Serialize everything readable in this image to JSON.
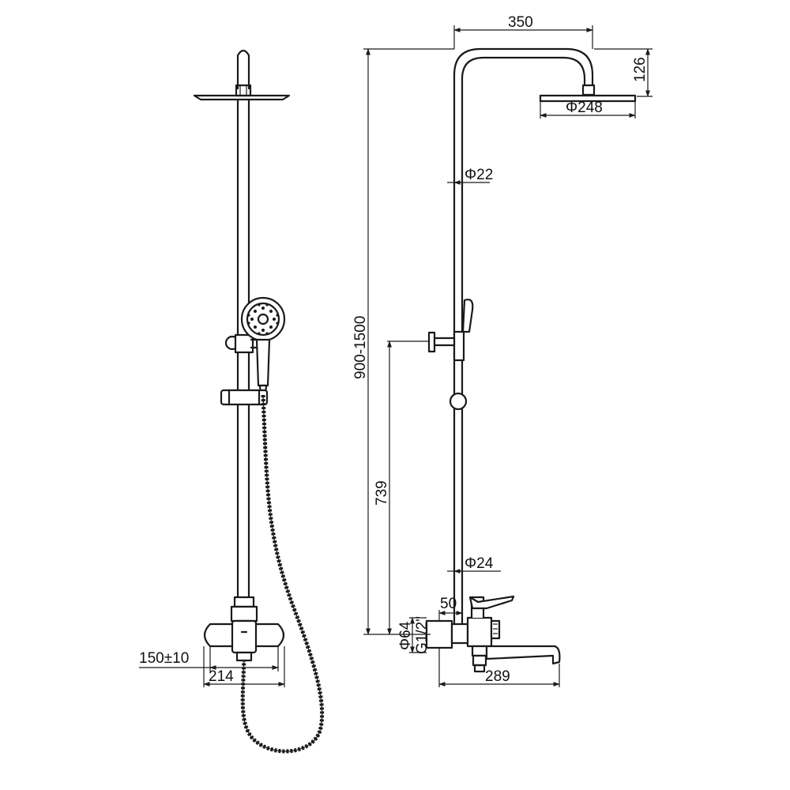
{
  "dimensions": {
    "overall_width": "350",
    "head_drop": "126",
    "head_diameter": "Φ248",
    "upper_pipe_diameter": "Φ22",
    "total_height": "900-1500",
    "holder_height": "739",
    "lower_pipe_diameter": "Φ24",
    "eccentric_offset": "50",
    "flange_diameter": "Φ64",
    "thread_size": "G1/2\"",
    "spout_length": "289",
    "inlet_spacing": "150±10",
    "mixer_width": "214"
  },
  "colors": {
    "line": "#1a1a1a",
    "background": "#ffffff"
  }
}
